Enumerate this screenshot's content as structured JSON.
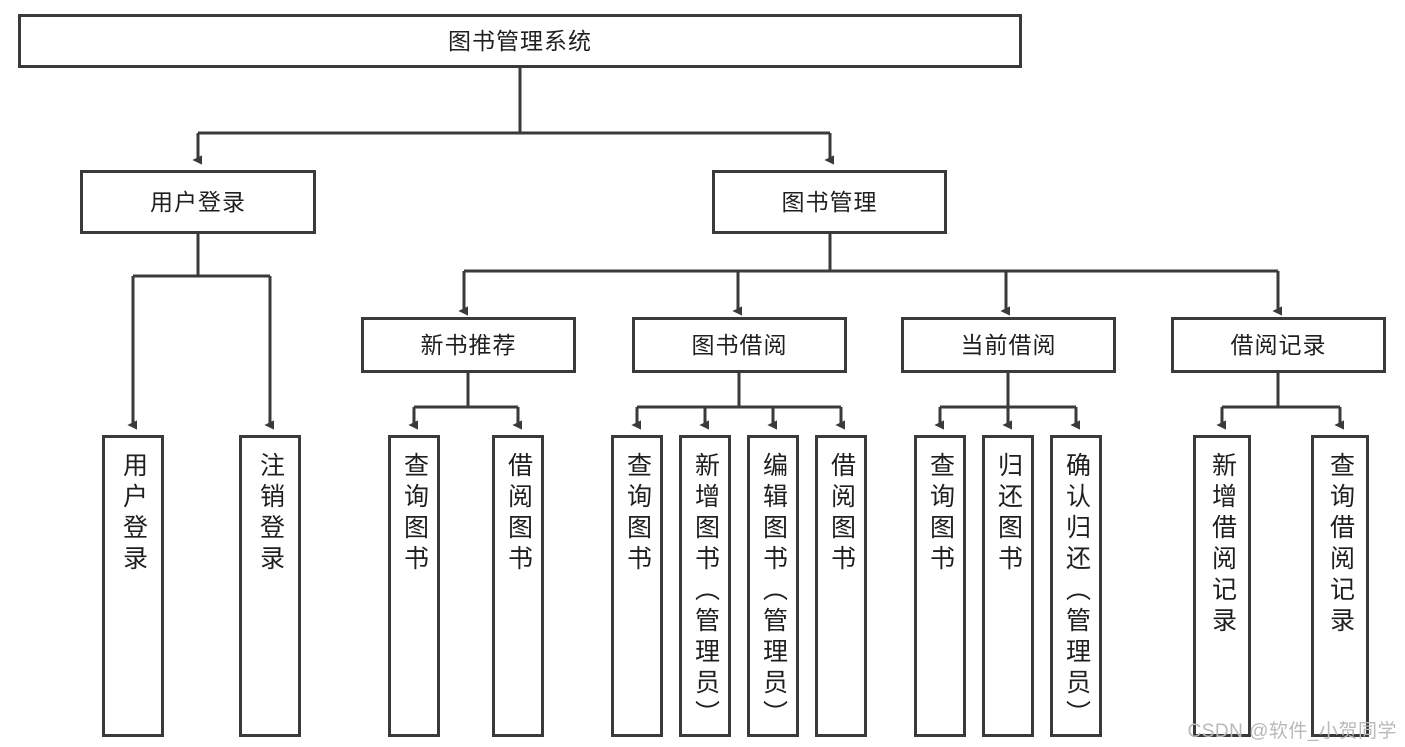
{
  "diagram": {
    "title": "图书管理系统",
    "watermark": "CSDN @软件_小贺同学",
    "line_color": "#3a3a3a",
    "box_fill": "#ffffff",
    "text_color": "#1f1f1f",
    "watermark_color": "#b9b9b9"
  },
  "root": {
    "label": "图书管理系统"
  },
  "level2": [
    {
      "label": "用户登录"
    },
    {
      "label": "图书管理"
    }
  ],
  "level3": [
    {
      "label": "新书推荐"
    },
    {
      "label": "图书借阅"
    },
    {
      "label": "当前借阅"
    },
    {
      "label": "借阅记录"
    }
  ],
  "leaves": [
    {
      "label": "用户登录"
    },
    {
      "label": "注销登录"
    },
    {
      "label": "查询图书"
    },
    {
      "label": "借阅图书"
    },
    {
      "label": "查询图书"
    },
    {
      "label": "新增图书（管理员）"
    },
    {
      "label": "编辑图书（管理员）"
    },
    {
      "label": "借阅图书"
    },
    {
      "label": "查询图书"
    },
    {
      "label": "归还图书"
    },
    {
      "label": "确认归还（管理员）"
    },
    {
      "label": "新增借阅记录"
    },
    {
      "label": "查询借阅记录"
    }
  ]
}
